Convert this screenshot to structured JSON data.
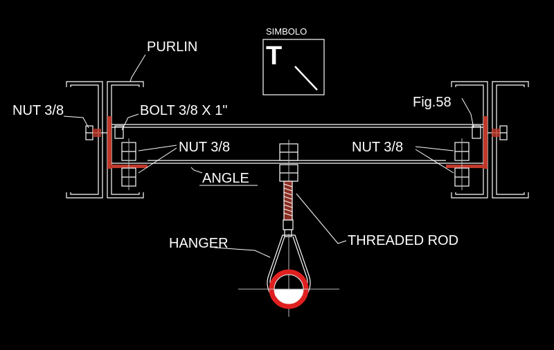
{
  "labels": {
    "purlin": "PURLIN",
    "simbolo": "SIMBOLO",
    "symbol_letter": "T",
    "nut_left": "NUT 3/8",
    "bolt": "BOLT 3/8 X 1\"",
    "fig": "Fig.58",
    "nut_center": "NUT 3/8",
    "nut_right": "NUT 3/8",
    "angle": "ANGLE",
    "threaded_rod": "THREADED ROD",
    "hanger": "HANGER"
  },
  "colors": {
    "background": "#000000",
    "line": "#ffffff",
    "accent_red": "#c0392b",
    "pipe_red": "#e02020"
  }
}
